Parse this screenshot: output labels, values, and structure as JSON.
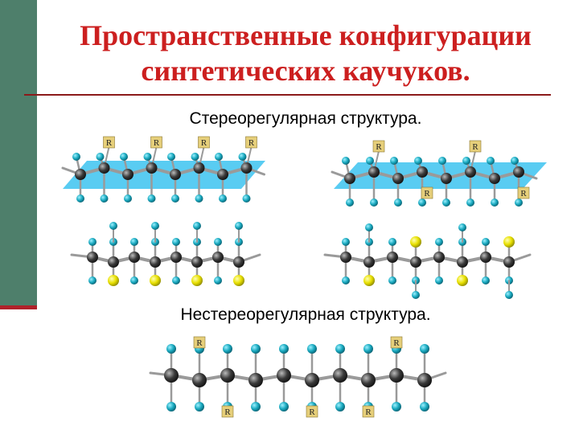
{
  "title": {
    "line1": "Пространственные конфигурации",
    "line2": "синтетических каучуков."
  },
  "sections": {
    "stereoregular": "Стереорегулярная структура.",
    "nonstereoregular": "Нестереорегулярная структура."
  },
  "substituent_label": "R",
  "colors": {
    "title": "#cc1f1f",
    "sidebar": "#4e7f6b",
    "hydrogen": "#19a9bf",
    "carbon": "#3a3a3a",
    "substituent_R": "#e8e000",
    "plane": "#3cc3f0"
  }
}
